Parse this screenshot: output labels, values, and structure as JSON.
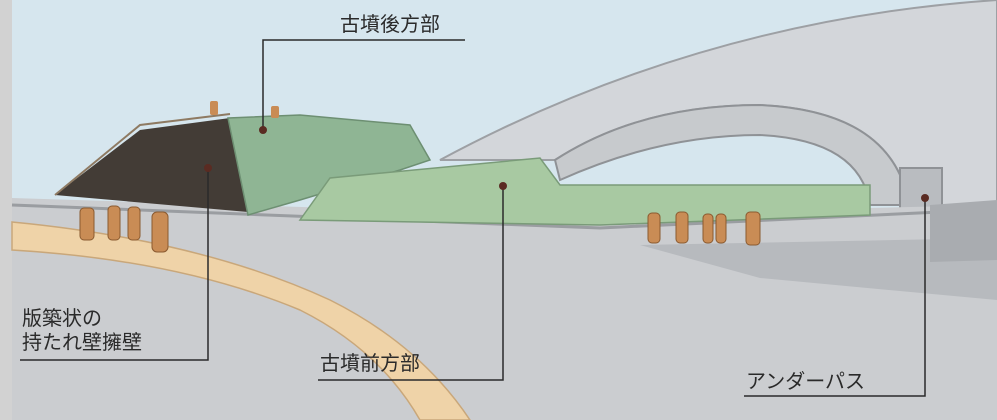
{
  "labels": {
    "rear_mound": "古墳後方部",
    "retaining_wall_line1": "版築状の",
    "retaining_wall_line2": "持たれ壁擁壁",
    "front_mound": "古墳前方部",
    "underpass": "アンダーパス"
  },
  "colors": {
    "sky": "#d6e6ee",
    "ground": "#cbcdd0",
    "path": "#efd3a8",
    "grass": "#8fb594",
    "grass_light": "#a8c9a2",
    "dark_wall": "#433c36",
    "concrete": "#bfc2c6",
    "figures": "#c98c55",
    "leader_line": "#2a2a2a",
    "marker": "#5a2b22"
  }
}
